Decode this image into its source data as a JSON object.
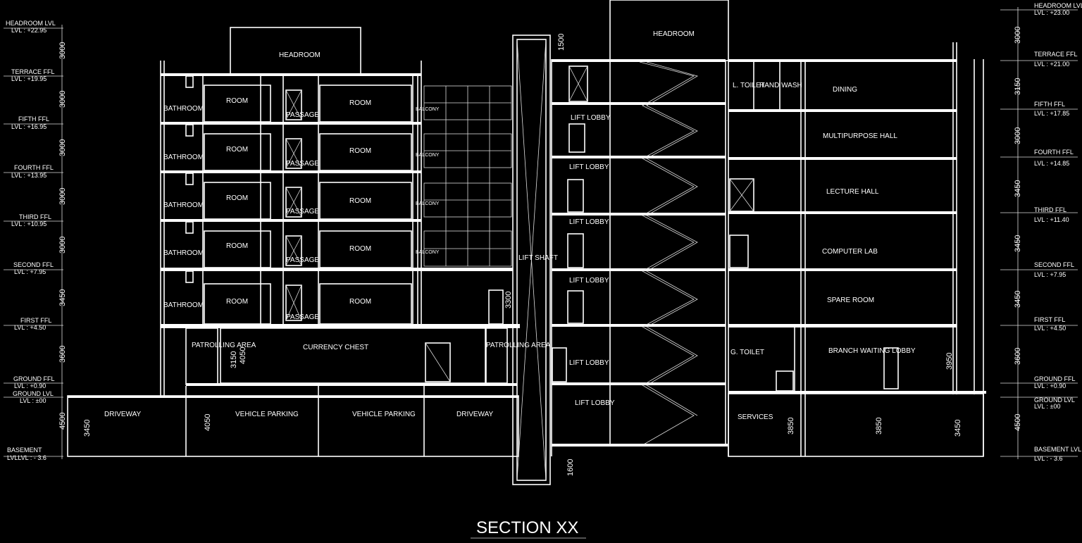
{
  "title": "SECTION XX",
  "left_levels": [
    {
      "name": "HEADROOM LVL",
      "lvl": "LVL : +22.95"
    },
    {
      "name": "TERRACE FFL",
      "lvl": "LVL : +19.95"
    },
    {
      "name": "FIFTH  FFL",
      "lvl": "LVL : +16.95"
    },
    {
      "name": "FOURTH FFL",
      "lvl": "LVL : +13.95"
    },
    {
      "name": "THIRD FFL",
      "lvl": "LVL : +10.95"
    },
    {
      "name": "SECOND FFL",
      "lvl": "LVL : +7.95"
    },
    {
      "name": "FIRST FFL",
      "lvl": "LVL : +4.50"
    },
    {
      "name": "GROUND FFL",
      "lvl": "LVL : +0.90"
    },
    {
      "name": "GROUND LVL",
      "lvl": "LVL : ±00"
    },
    {
      "name": "BASEMENT",
      "lvl": "LVLLVL : - 3.6"
    }
  ],
  "left_dims": [
    "3000",
    "3000",
    "3000",
    "3000",
    "3000",
    "3450",
    "3600",
    "4500"
  ],
  "right_levels": [
    {
      "name": "HEADROOM LVL",
      "lvl": "LVL : +23.00"
    },
    {
      "name": "TERRACE FFL",
      "lvl": "LVL : +21.00"
    },
    {
      "name": "FIFTH FFL",
      "lvl": "LVL : +17.85"
    },
    {
      "name": "FOURTH FFL",
      "lvl": "LVL : +14.85"
    },
    {
      "name": "THIRD FFL",
      "lvl": "LVL : +11.40"
    },
    {
      "name": "SECOND FFL",
      "lvl": "LVL : +7.95"
    },
    {
      "name": "FIRST FFL",
      "lvl": "LVL : +4.50"
    },
    {
      "name": "GROUND FFL",
      "lvl": "LVL : +0.90"
    },
    {
      "name": "GROUND LVL",
      "lvl": "LVL : ±00"
    },
    {
      "name": "BASEMENT LVL",
      "lvl": "LVL : - 3.6"
    }
  ],
  "right_dims": [
    "3000",
    "3150",
    "3000",
    "3450",
    "3450",
    "3450",
    "3600",
    "4500"
  ],
  "rooms": {
    "headroom_left": "HEADROOM",
    "headroom_stair": "HEADROOM",
    "bathroom": "BATHROOM",
    "room": "ROOM",
    "passage": "PASSAGE",
    "balcony": "BALCONY",
    "patrolling_area": "PATROLLING AREA",
    "currency_chest": "CURRENCY CHEST",
    "driveway": "DRIVEWAY",
    "vehicle_parking": "VEHICLE PARKING",
    "lift_shaft": "LIFT SHAFT",
    "lift_lobby": "LIFT LOBBY",
    "l_toilet": "L. TOILET",
    "hand_wash": "HAND WASH",
    "dining": "DINING",
    "multipurpose_hall": "MULTIPURPOSE HALL",
    "lecture_hall": "LECTURE HALL",
    "computer_lab": "COMPUTER LAB",
    "spare_room": "SPARE ROOM",
    "g_toilet": "G. TOILET",
    "branch_waiting_lobby": "BRANCH WAITING LOBBY",
    "services": "SERVICES"
  },
  "inner_dims": {
    "lift_top": "1500",
    "lift_bottom": "1600",
    "first_floor_right": "3300",
    "chest_a": "3150",
    "chest_b": "4050",
    "basement_left": "3450",
    "basement_mid": "4050",
    "basement_r1": "3850",
    "basement_r2": "3850",
    "basement_r3": "3450",
    "right_first": "3950"
  }
}
